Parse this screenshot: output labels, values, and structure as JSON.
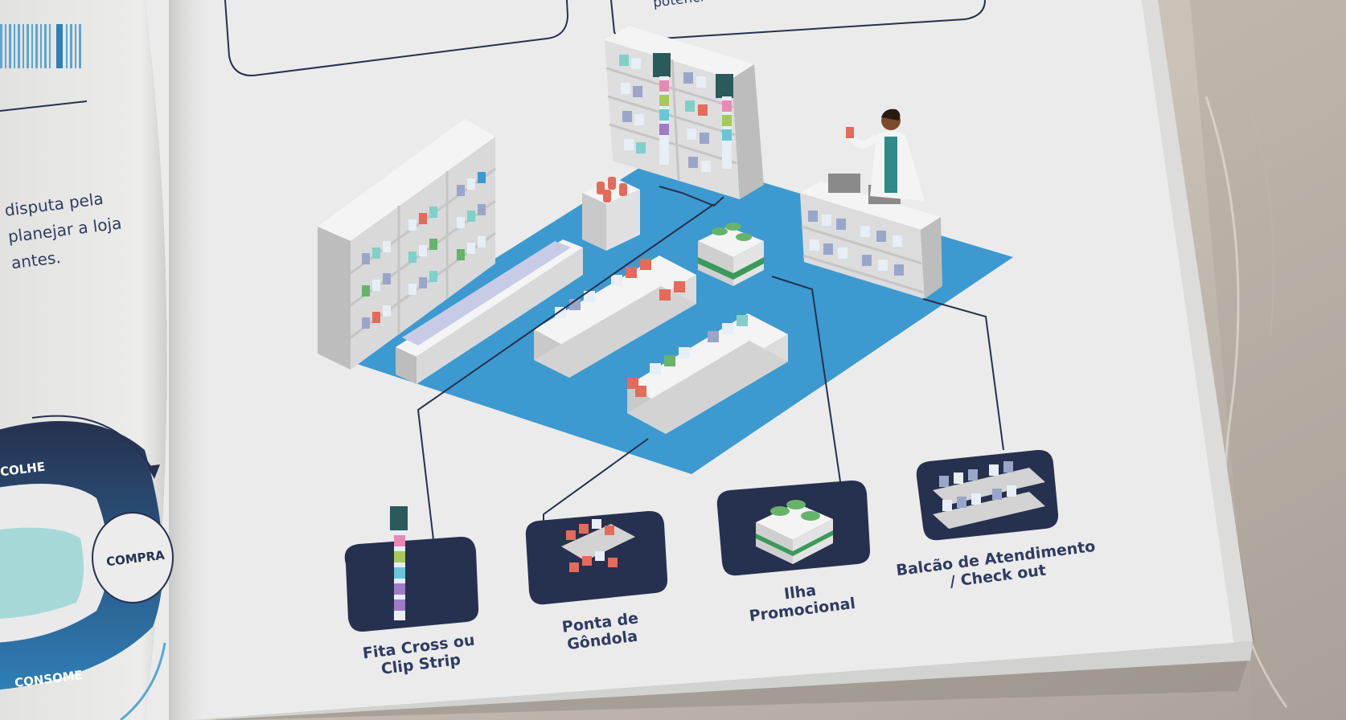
{
  "left_page": {
    "paragraph_lines": [
      "disputa pela",
      "planejar a loja",
      "antes."
    ],
    "cycle": {
      "top_label": "COLHE",
      "right_label": "COMPRA",
      "bottom_label": "CONSOME"
    }
  },
  "right_page": {
    "top_text_fragment": "potenci",
    "callouts": [
      {
        "line1": "Fita Cross ou",
        "line2": "Clip Strip"
      },
      {
        "line1": "Ponta de",
        "line2": "Gôndola"
      },
      {
        "line1": "Ilha",
        "line2": "Promocional"
      },
      {
        "line1": "Balcão de Atendimento",
        "line2": "/ Check out"
      }
    ]
  },
  "colors": {
    "floor": "#3c9ad0",
    "navy": "#26314f",
    "page": "#ececec",
    "background": "#b9b3ab"
  }
}
